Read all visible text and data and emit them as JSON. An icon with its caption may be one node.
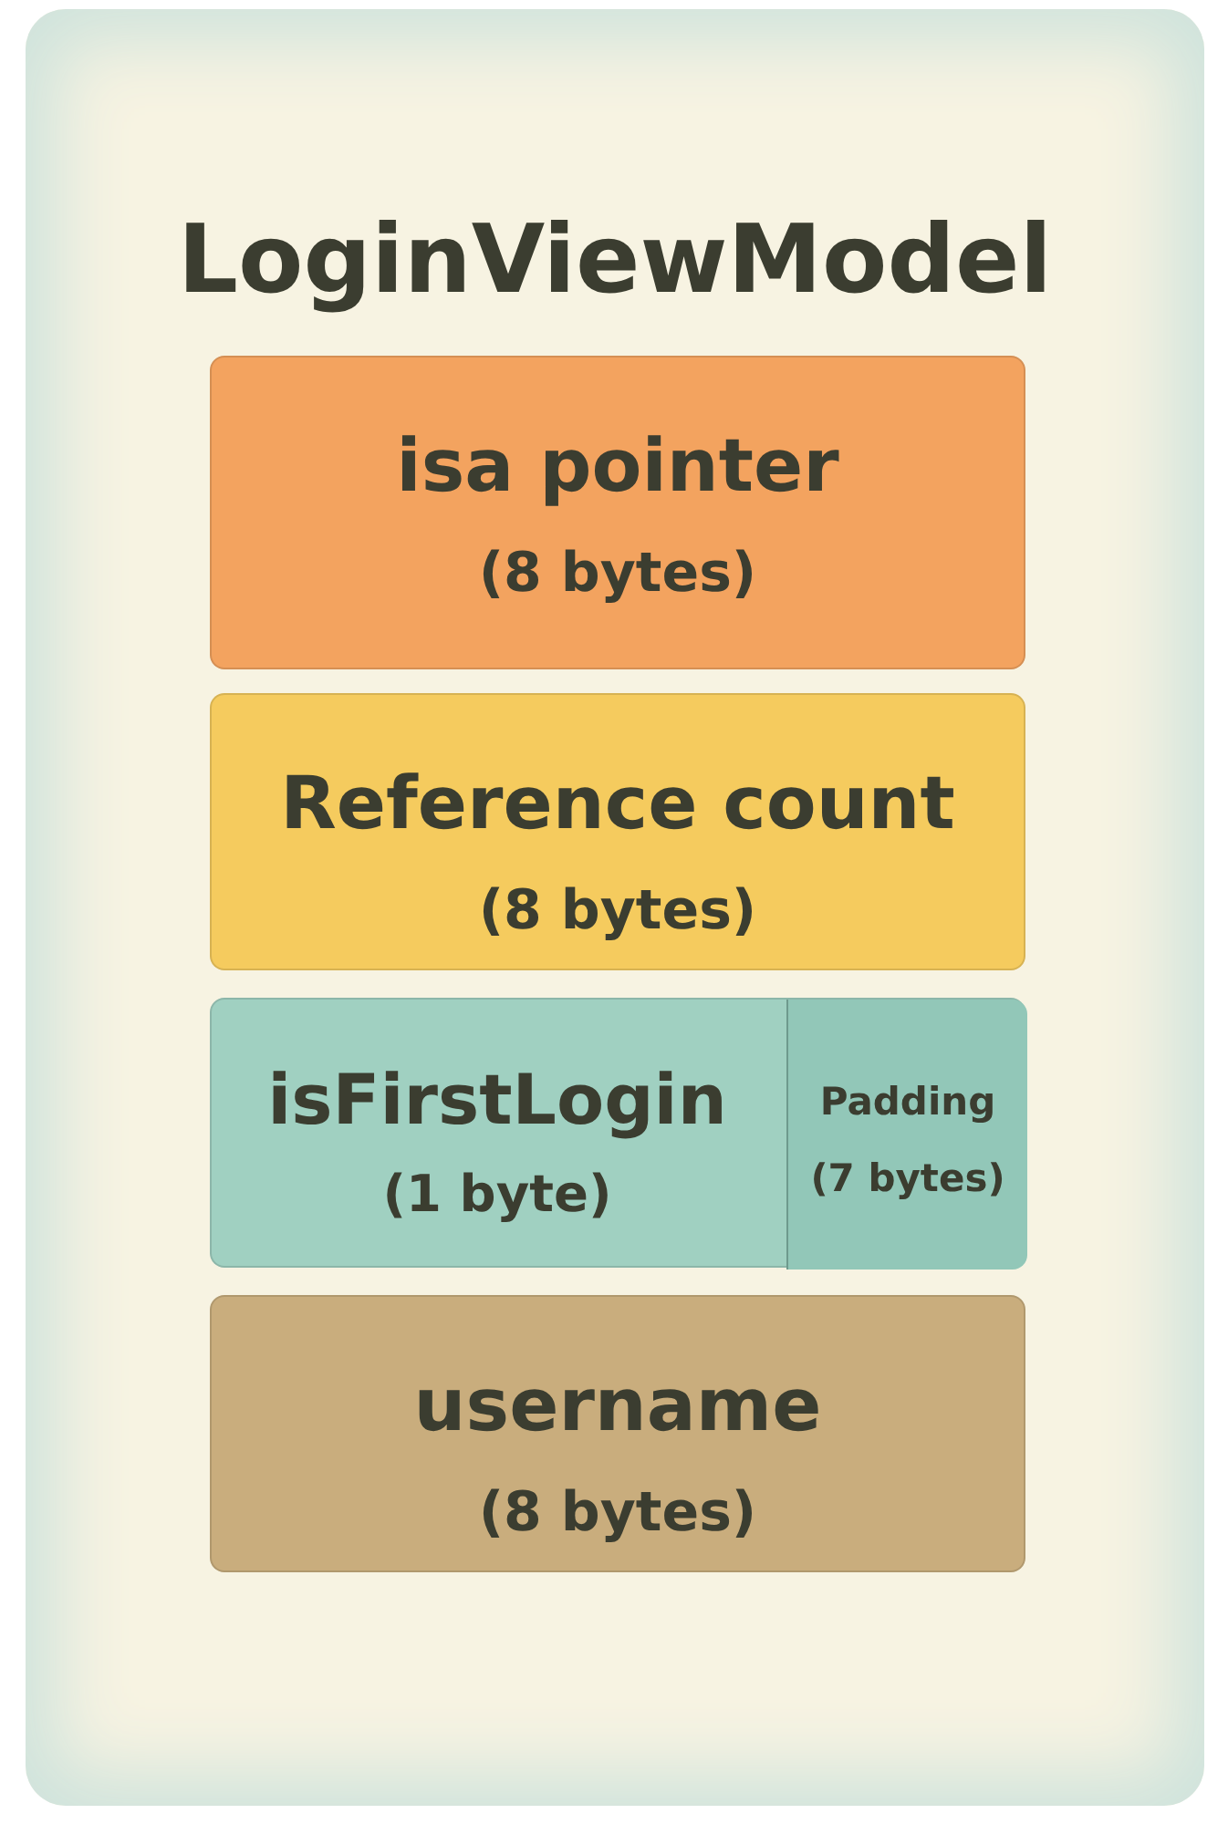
{
  "diagram": {
    "nodes": [
      {
        "text": [
          "LoginViewModel"
        ]
      },
      {
        "text": [
          "isa pointer",
          "(8 bytes)"
        ],
        "in": 0
      },
      {
        "text": [
          "Reference count",
          "(8 bytes)"
        ],
        "in": 0
      },
      {
        "text": [
          "isFirstLogin",
          "(1 byte)"
        ],
        "in": 0
      },
      {
        "text": [
          "Padding",
          "(7 bytes)"
        ],
        "in": 3
      },
      {
        "text": [
          "username",
          "(8 bytes)"
        ],
        "in": 0
      }
    ]
  }
}
